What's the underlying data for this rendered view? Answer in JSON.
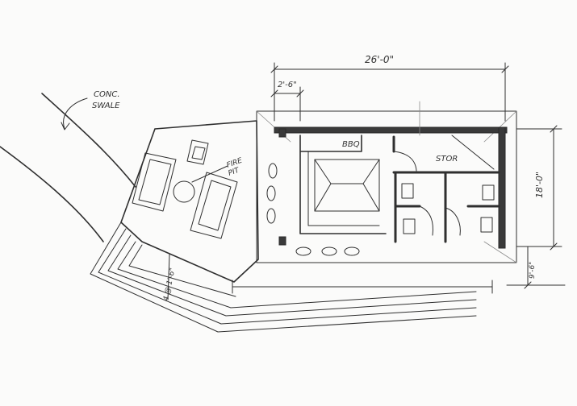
{
  "labels": {
    "overall_width": "26'-0\"",
    "offset_dim": "2'-6\"",
    "depth_dim": "18'-0\"",
    "step_dim": "9'-6\"",
    "stair_dim": "4 @ 1'-6\"",
    "swale_line1": "CONC.",
    "swale_line2": "SWALE",
    "fire_line1": "FIRE",
    "fire_line2": "PIT",
    "bbq": "BBQ",
    "stor": "STOR"
  }
}
